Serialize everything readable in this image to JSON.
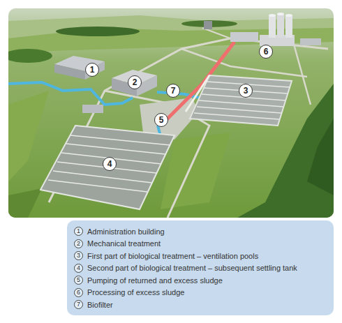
{
  "diagram": {
    "labels": [
      "1",
      "2",
      "3",
      "4",
      "5",
      "6",
      "7",
      "1",
      "2",
      "3",
      "4",
      "5",
      "6",
      "7"
    ],
    "legend": [
      {
        "text": "Administration building"
      },
      {
        "text": "Mechanical treatment"
      },
      {
        "text": "First part of biological treatment – ventilation pools"
      },
      {
        "text": "Second part of biological treatment – subsequent settling tank"
      },
      {
        "text": "Pumping of returned and excess sludge"
      },
      {
        "text": "Processing of excess sludge"
      },
      {
        "text": "Biofilter"
      }
    ]
  }
}
